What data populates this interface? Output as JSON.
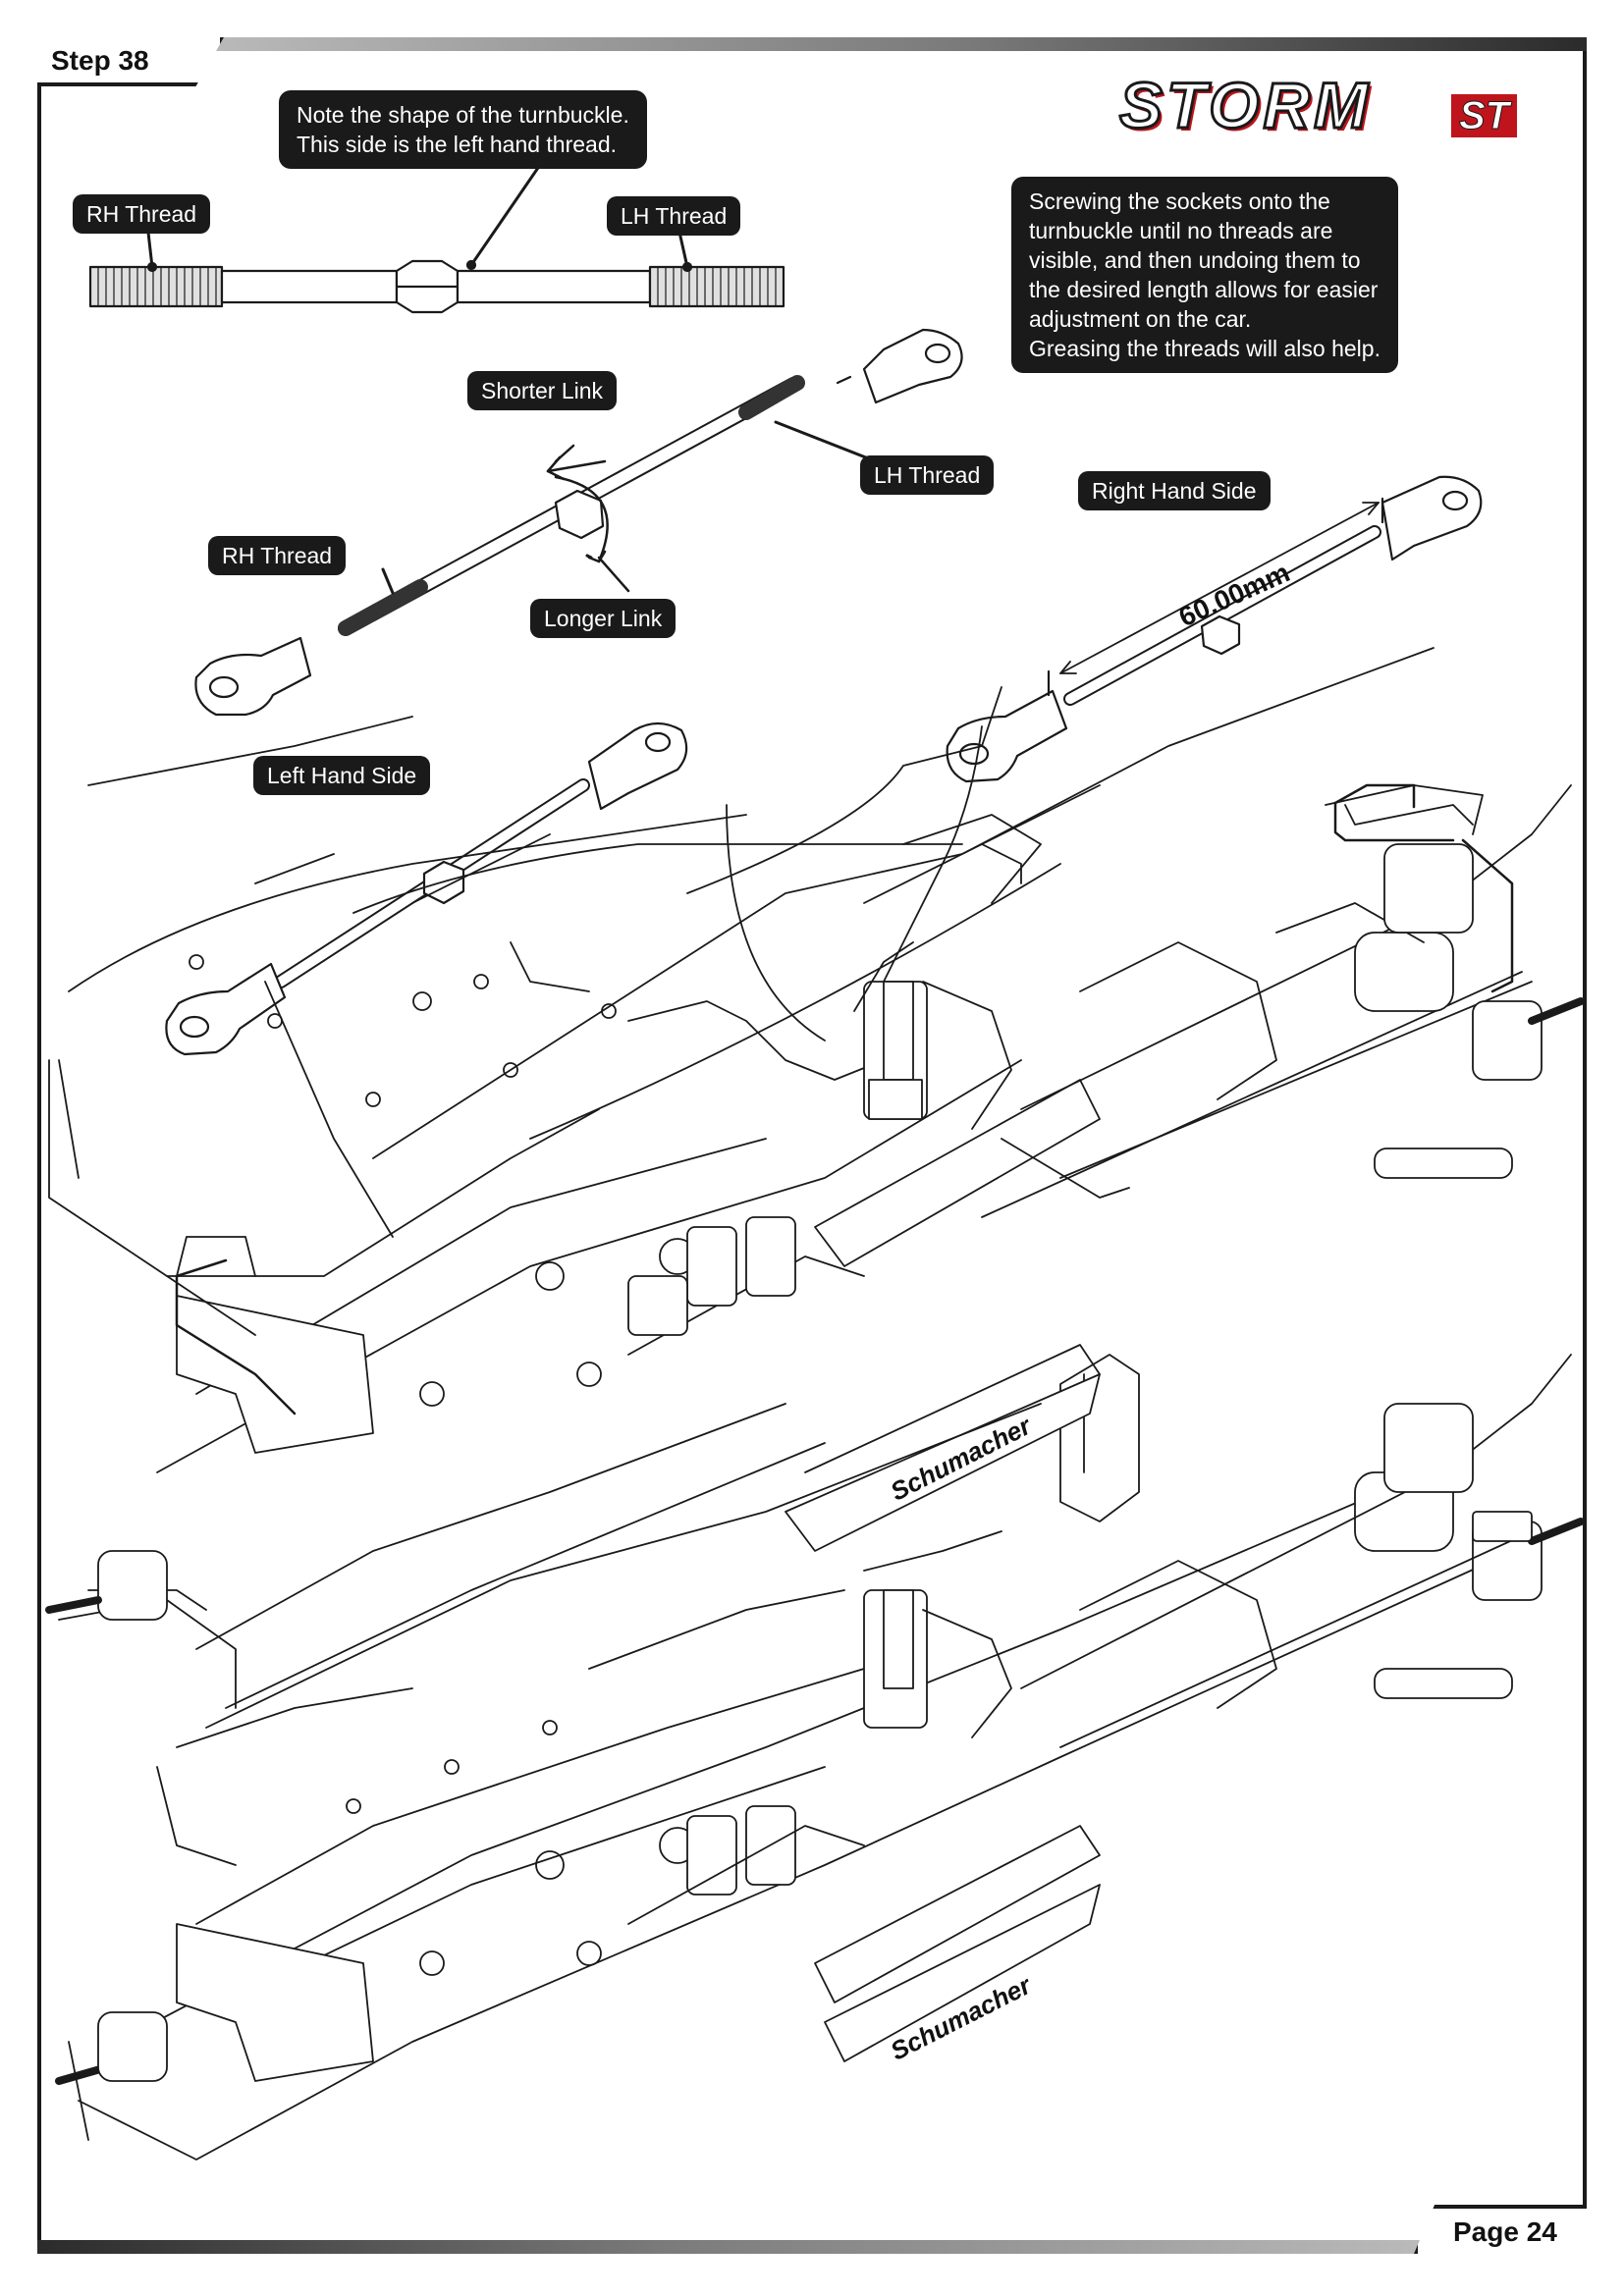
{
  "header": {
    "step": "Step 38"
  },
  "footer": {
    "page": "Page 24"
  },
  "logo": {
    "main": "STORM",
    "suffix": "ST"
  },
  "notes": {
    "turnbuckle_shape": [
      "Note the shape of the turnbuckle.",
      "This side is the left hand thread."
    ],
    "sockets": [
      "Screwing the sockets onto the",
      "turnbuckle until no threads are",
      "visible, and then undoing them to",
      "the desired length allows for easier",
      "adjustment on the car.",
      "Greasing the threads will also help."
    ]
  },
  "labels": {
    "rh_thread_top": "RH Thread",
    "lh_thread_top": "LH Thread",
    "shorter_link": "Shorter Link",
    "lh_thread_mid": "LH Thread",
    "rh_thread_mid": "RH Thread",
    "longer_link": "Longer Link",
    "right_hand_side": "Right Hand Side",
    "left_hand_side": "Left Hand Side"
  },
  "dimension": {
    "length": "60.00mm"
  },
  "parts": {
    "brand_upper": "Schumacher",
    "brand_lower": "Schumacher"
  }
}
